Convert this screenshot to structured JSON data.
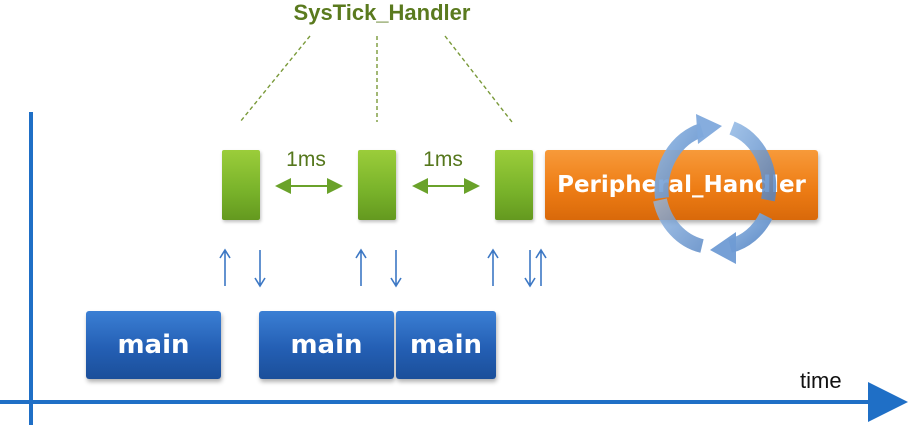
{
  "title": "SysTick_Handler",
  "intervals": [
    "1ms",
    "1ms"
  ],
  "tick_blocks": 3,
  "peripheral_label": "Peripheral_Handler",
  "main_boxes": [
    "main",
    "main",
    "main"
  ],
  "axis_label": "time",
  "colors": {
    "systick": "#78b22a",
    "peripheral": "#ee7d15",
    "main": "#245fb4",
    "axis": "#1f6fc6",
    "loop_arrow": "#6e9bd2",
    "title": "#5a7a1e"
  }
}
